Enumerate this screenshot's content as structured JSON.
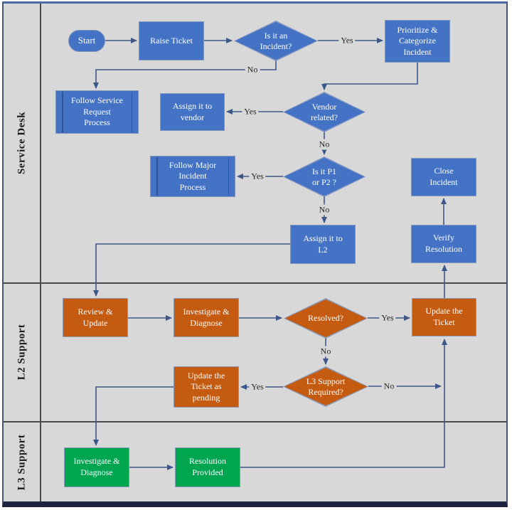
{
  "lanes": [
    {
      "label": "Service Desk"
    },
    {
      "label": "L2 Support"
    },
    {
      "label": "L3 Support"
    }
  ],
  "nodes": {
    "start": {
      "label": "Start",
      "type": "terminator"
    },
    "raise_ticket": {
      "label": "Raise Ticket",
      "type": "process"
    },
    "is_incident": {
      "label": "Is it an\nIncident?",
      "type": "decision"
    },
    "prioritize": {
      "label": "Prioritize &\nCategorize\nIncident",
      "type": "process"
    },
    "follow_service": {
      "label": "Follow Service\nRequest\nProcess",
      "type": "subprocess"
    },
    "assign_vendor": {
      "label": "Assign it to\nvendor",
      "type": "process"
    },
    "vendor_related": {
      "label": "Vendor\nrelated?",
      "type": "decision"
    },
    "follow_major": {
      "label": "Follow Major\nIncident\nProcess",
      "type": "subprocess"
    },
    "is_p1_p2": {
      "label": "Is it P1\nor P2 ?",
      "type": "decision"
    },
    "close_incident": {
      "label": "Close\nIncident",
      "type": "process"
    },
    "assign_l2": {
      "label": "Assign it to\nL2",
      "type": "process"
    },
    "verify_resolution": {
      "label": "Verify\nResolution",
      "type": "process"
    },
    "review_update": {
      "label": "Review &\nUpdate",
      "type": "process"
    },
    "investigate_l2": {
      "label": "Investigate &\nDiagnose",
      "type": "process"
    },
    "resolved": {
      "label": "Resolved?",
      "type": "decision"
    },
    "update_ticket": {
      "label": "Update the\nTicket",
      "type": "process"
    },
    "update_pending": {
      "label": "Update the\nTicket as\npending",
      "type": "process"
    },
    "l3_required": {
      "label": "L3 Support\nRequired?",
      "type": "decision"
    },
    "investigate_l3": {
      "label": "Investigate &\nDiagnose",
      "type": "process"
    },
    "resolution_provided": {
      "label": "Resolution\nProvided",
      "type": "process"
    }
  },
  "edge_labels": {
    "incident_yes": "Yes",
    "incident_no": "No",
    "vendor_yes": "Yes",
    "vendor_no": "No",
    "p1p2_yes": "Yes",
    "p1p2_no": "No",
    "resolved_yes": "Yes",
    "resolved_no": "No",
    "l3_yes": "Yes",
    "l3_no": "No"
  },
  "colors": {
    "service_desk_shapes": "#4472c4",
    "l2_shapes": "#c55a11",
    "l3_shapes": "#00a550",
    "connector": "#3e5789",
    "lane_background": "#d8d8d8"
  }
}
